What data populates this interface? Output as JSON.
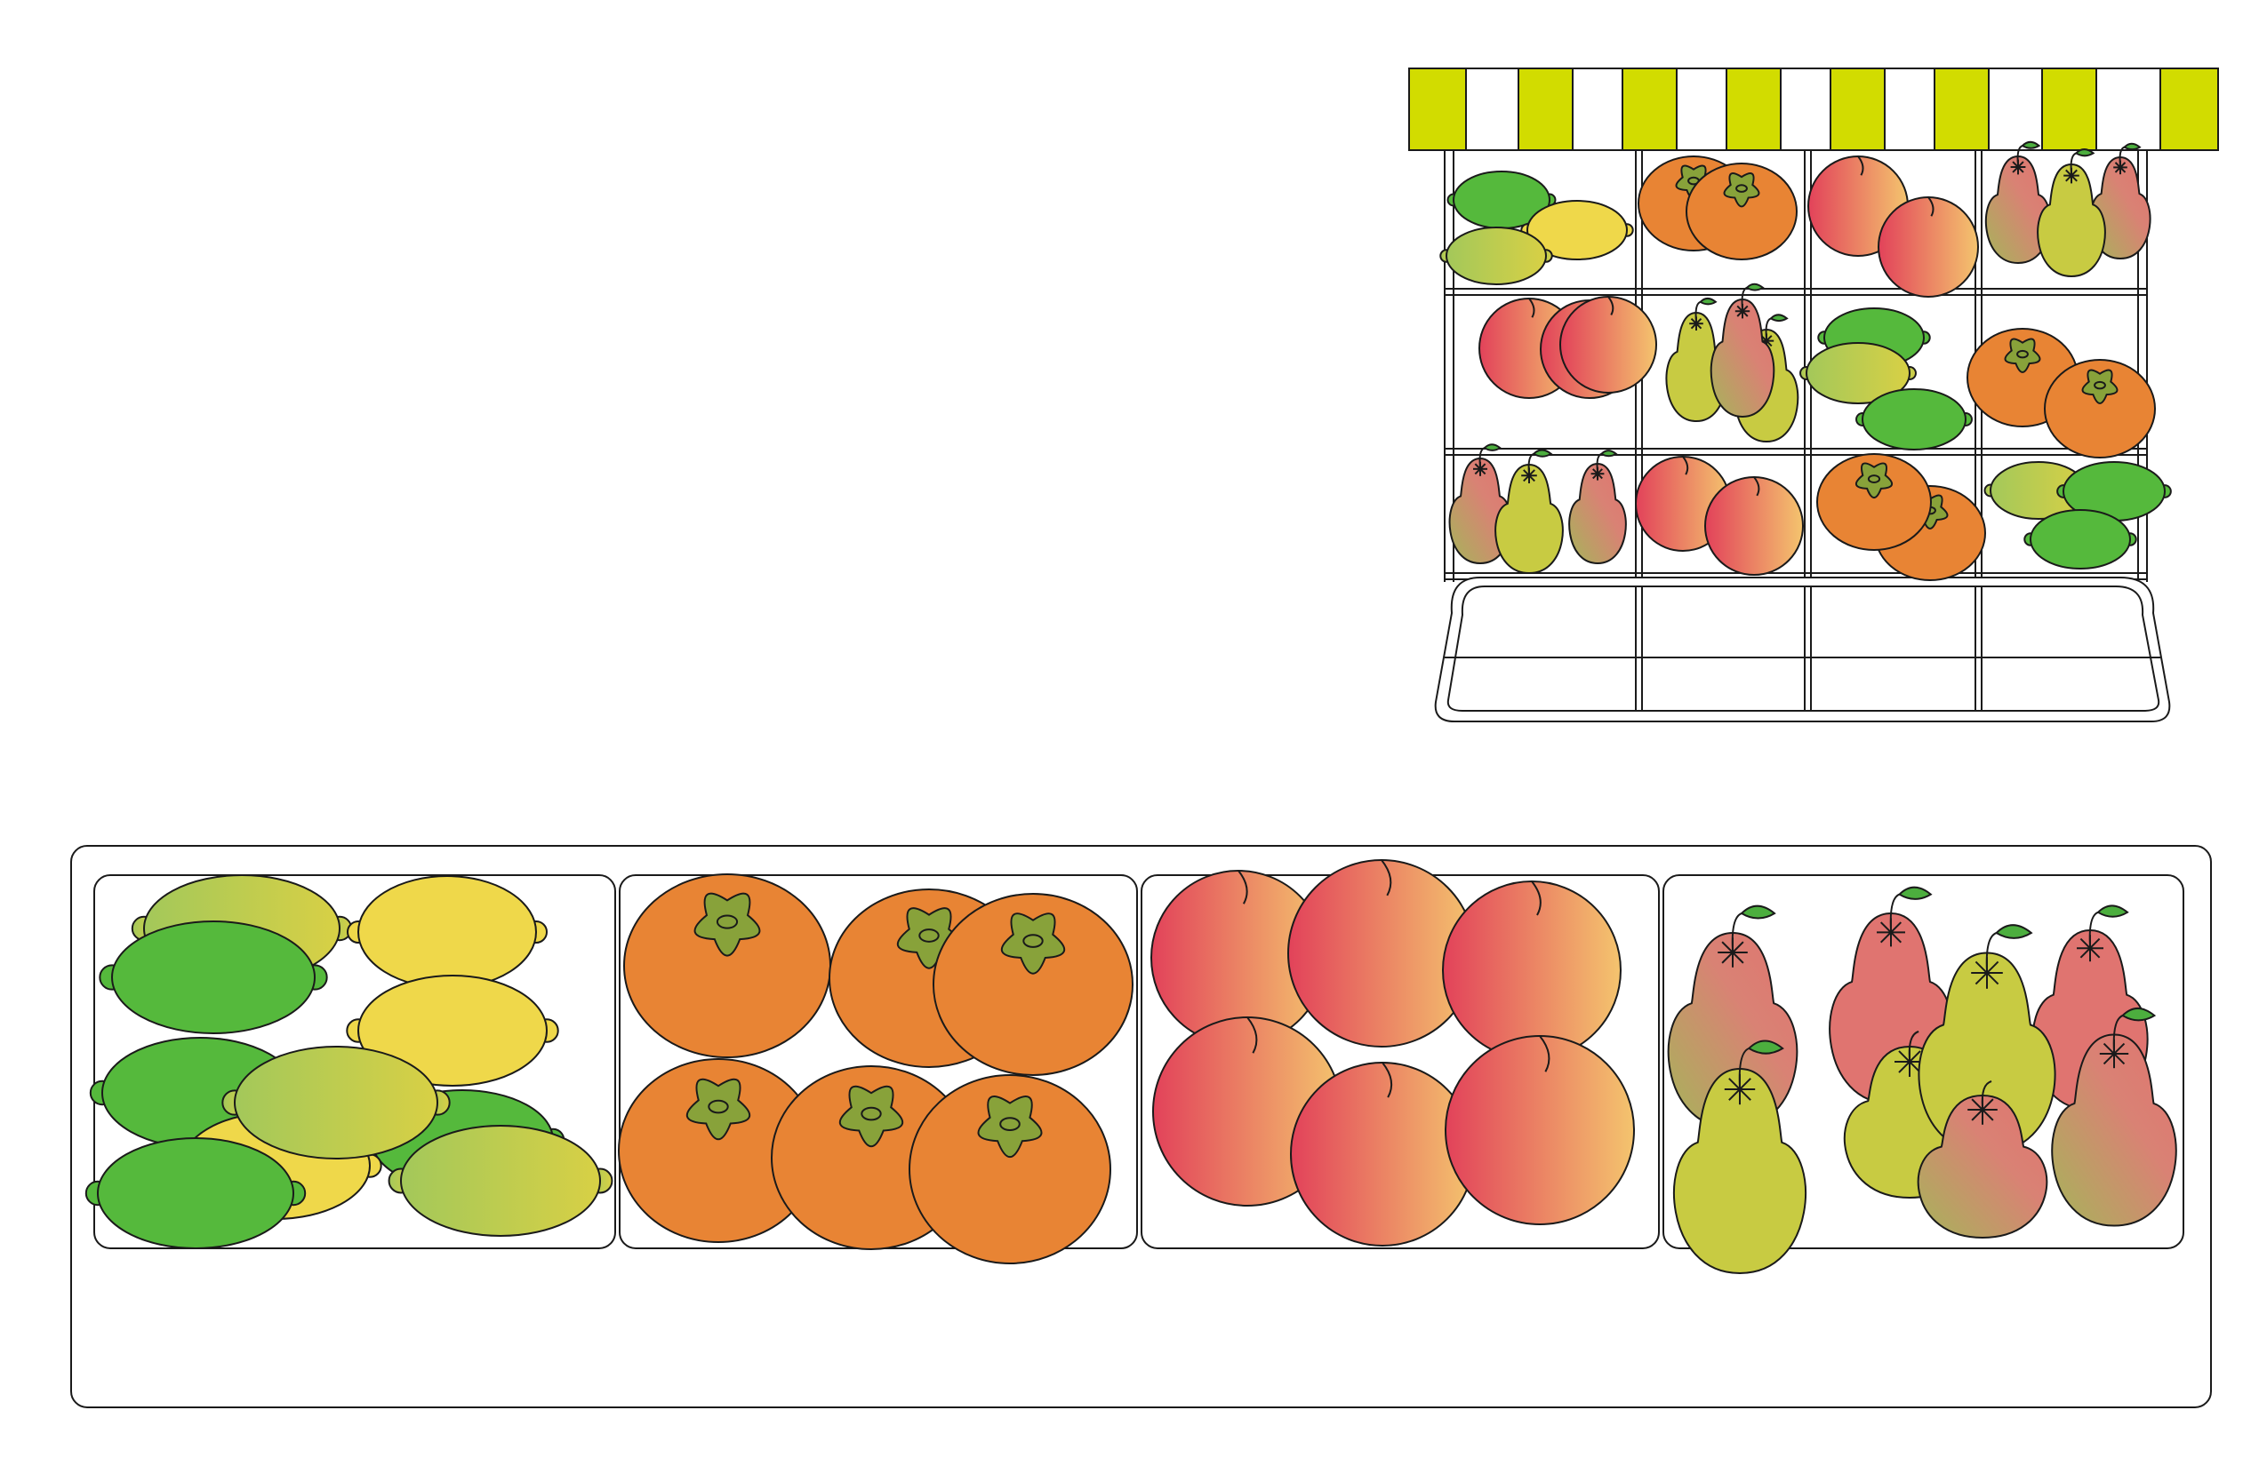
{
  "colors": {
    "background": "#ffffff",
    "outline": "#1a1a1a",
    "awning_yellow": "#d2dc00",
    "lime_green": "#55b93c",
    "lemon_yellow": "#efd84a",
    "persimmon_orange": "#e88434",
    "persimmon_calyx": "#88a23a",
    "peach_red": "#e2425a",
    "peach_yellow": "#f4c46e",
    "pear_pink": "#e07470",
    "pear_yellow_green": "#c8cb42",
    "leaf_green": "#4cae3e"
  },
  "scene": {
    "fruit_stand": {
      "awning": {
        "stripe_count": 8,
        "colors": [
          "awning_yellow",
          "background"
        ]
      },
      "shelf_rows": [
        [
          "citrus",
          "persimmon",
          "peach",
          "pear"
        ],
        [
          "peach",
          "pear",
          "citrus",
          "persimmon"
        ],
        [
          "pear",
          "peach",
          "persimmon",
          "citrus"
        ]
      ],
      "bottom_bin": "empty"
    },
    "display_counter": {
      "trays": [
        "citrus",
        "persimmon",
        "peach",
        "pear"
      ]
    }
  }
}
